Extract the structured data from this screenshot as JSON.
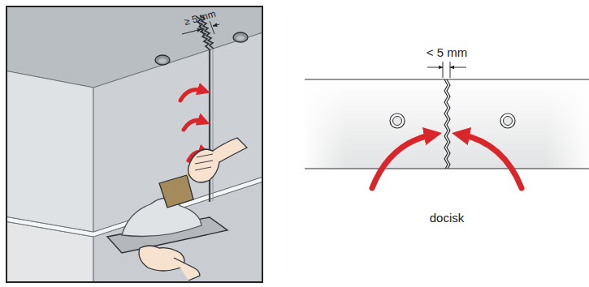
{
  "diagram": {
    "labels": [
      "≥ 5 mm",
      "< 5 mm",
      "docisk"
    ]
  }
}
